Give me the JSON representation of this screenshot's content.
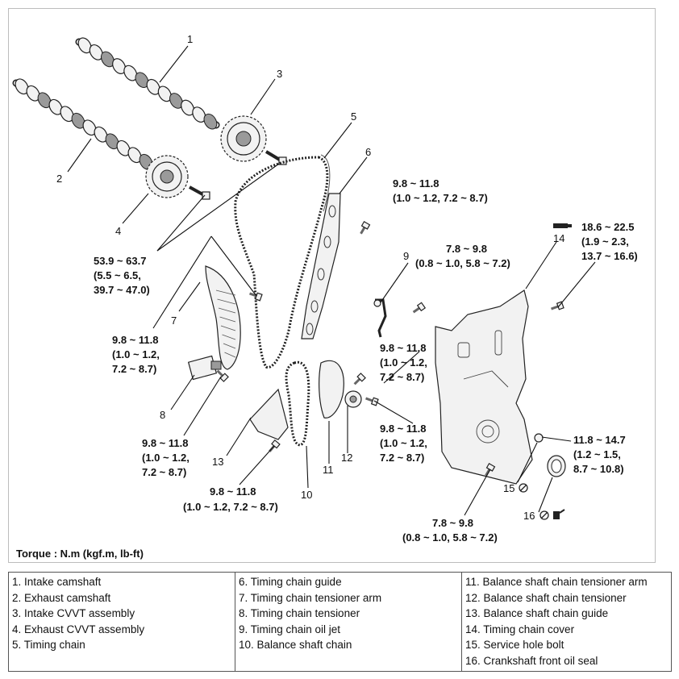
{
  "diagram": {
    "callouts": [
      "1",
      "2",
      "3",
      "4",
      "5",
      "6",
      "7",
      "8",
      "9",
      "10",
      "11",
      "12",
      "13",
      "14",
      "15",
      "16"
    ],
    "torque_values": [
      [
        "53.9 ~ 63.7",
        "(5.5 ~ 6.5,",
        "39.7 ~ 47.0)"
      ],
      [
        "9.8 ~ 11.8",
        "(1.0 ~ 1.2, 7.2 ~ 8.7)"
      ],
      [
        "9.8 ~ 11.8",
        "(1.0 ~ 1.2,",
        "7.2 ~ 8.7)"
      ],
      [
        "9.8 ~ 11.8",
        "(1.0 ~ 1.2,",
        "7.2 ~ 8.7)"
      ],
      [
        "7.8 ~ 9.8",
        "(0.8 ~ 1.0, 5.8 ~ 7.2)"
      ],
      [
        "9.8 ~ 11.8",
        "(1.0 ~ 1.2,",
        "7.2 ~ 8.7)"
      ],
      [
        "9.8 ~ 11.8",
        "(1.0 ~ 1.2,",
        "7.2 ~ 8.7)"
      ],
      [
        "9.8 ~ 11.8",
        "(1.0 ~ 1.2, 7.2 ~ 8.7)"
      ],
      [
        "18.6 ~ 22.5",
        "(1.9 ~ 2.3,",
        "13.7 ~ 16.6)"
      ],
      [
        "11.8 ~ 14.7",
        "(1.2 ~ 1.5,",
        "8.7 ~ 10.8)"
      ],
      [
        "7.8 ~ 9.8",
        "(0.8 ~ 1.0, 5.8 ~ 7.2)"
      ]
    ],
    "torque_unit_note": "Torque : N.m (kgf.m, lb-ft)"
  },
  "legend": {
    "columns": [
      [
        "1. Intake camshaft",
        "2. Exhaust camshaft",
        "3. Intake CVVT assembly",
        "4. Exhaust CVVT assembly",
        "5. Timing chain"
      ],
      [
        "6. Timing chain guide",
        "7. Timing chain tensioner arm",
        "8. Timing chain tensioner",
        "9. Timing chain oil jet",
        "10. Balance shaft chain"
      ],
      [
        "11. Balance shaft chain tensioner arm",
        "12. Balance shaft chain tensioner",
        "13. Balance shaft chain guide",
        "14. Timing chain cover",
        "15. Service hole bolt",
        "16. Crankshaft front oil seal"
      ]
    ]
  }
}
